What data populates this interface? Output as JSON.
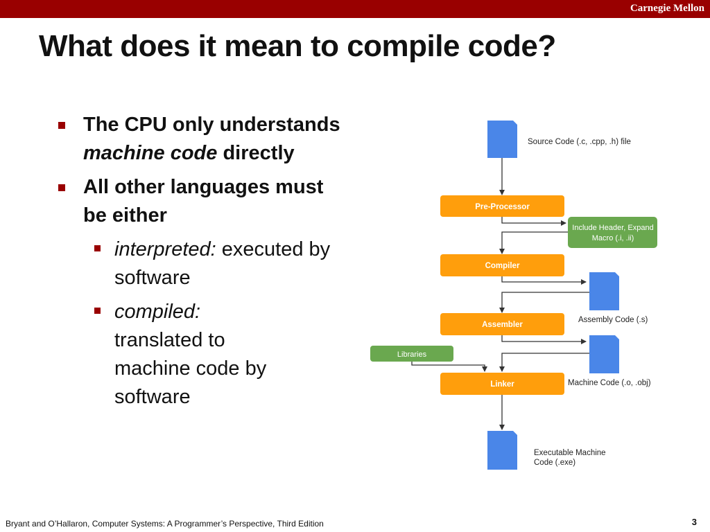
{
  "header": {
    "brand": "Carnegie Mellon"
  },
  "slide": {
    "title": "What does it mean to compile code?",
    "bullets": [
      {
        "pre": "The CPU only understands",
        "em": "machine code",
        "post": "directly"
      },
      {
        "text": "All other languages must be either"
      }
    ],
    "sub_bullets": [
      {
        "em": "interpreted:",
        "text": "executed by software"
      },
      {
        "em": "compiled:",
        "text": "translated to machine code by software"
      }
    ]
  },
  "diagram": {
    "steps": [
      "Pre-Processor",
      "Compiler",
      "Assembler",
      "Linker"
    ],
    "libraries": "Libraries",
    "include_note_line1": "Include Header, Expand",
    "include_note_line2": "Macro (.i, .ii)",
    "source_label": "Source Code (.c, .cpp, .h) file",
    "assembly_label": "Assembly Code (.s)",
    "machine_label": "Machine Code (.o, .obj)",
    "exe_label_line1": "Executable Machine",
    "exe_label_line2": "Code (.exe)",
    "colors": {
      "step": "#ff9e0c",
      "note": "#6aa84f",
      "file": "#4a86e8",
      "arrow": "#333333"
    }
  },
  "footer": {
    "citation": "Bryant and O’Hallaron, Computer Systems: A Programmer’s Perspective, Third Edition",
    "page": "3"
  }
}
